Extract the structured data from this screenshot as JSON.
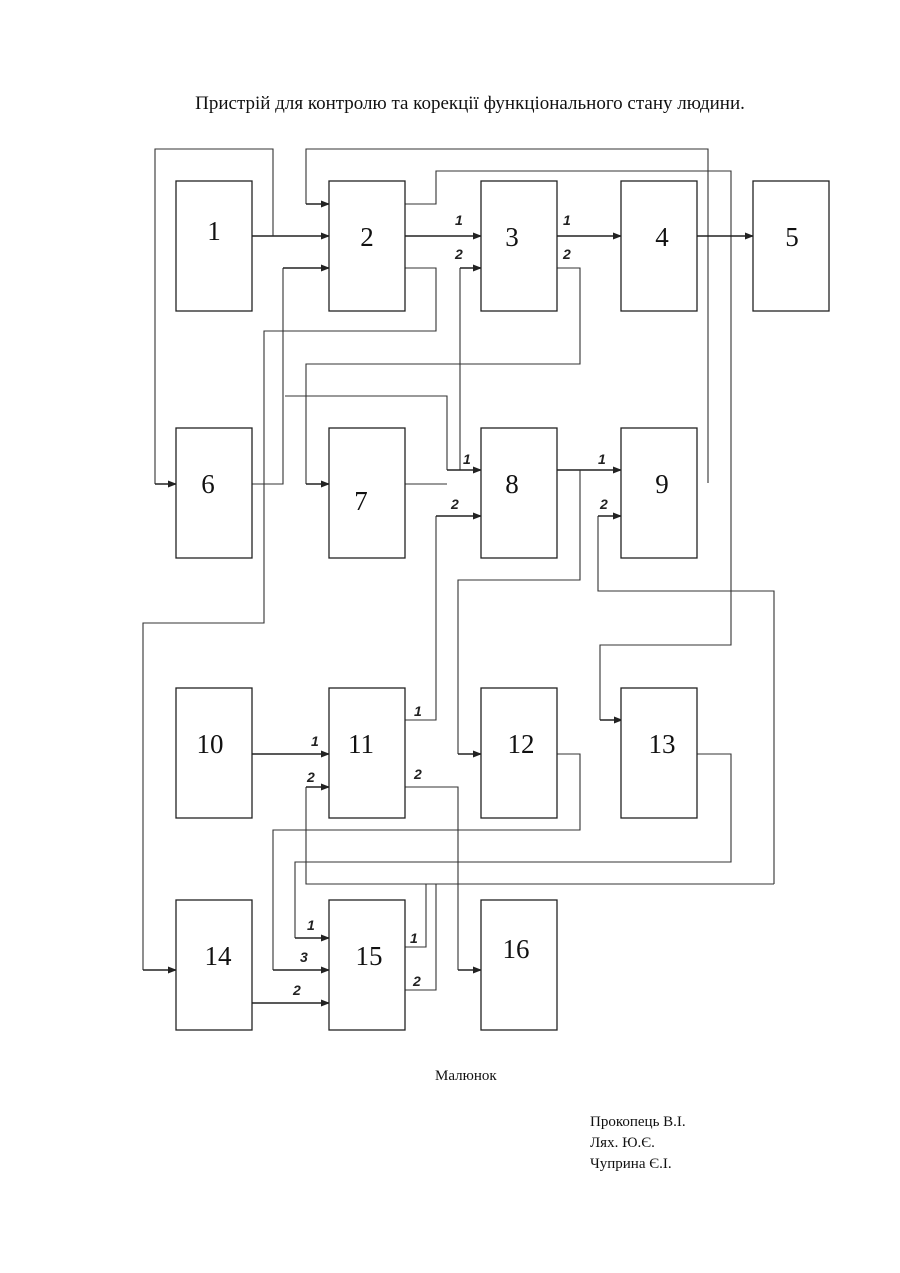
{
  "title": "Пристрій для контролю та корекції функціонального стану людини.",
  "caption": "Малюнок",
  "authors": [
    "Прокопець В.І.",
    "Лях. Ю.Є.",
    "Чуприна Є.І."
  ],
  "blocks": [
    {
      "id": "b1",
      "label": "1"
    },
    {
      "id": "b2",
      "label": "2"
    },
    {
      "id": "b3",
      "label": "3"
    },
    {
      "id": "b4",
      "label": "4"
    },
    {
      "id": "b5",
      "label": "5"
    },
    {
      "id": "b6",
      "label": "6"
    },
    {
      "id": "b7",
      "label": "7"
    },
    {
      "id": "b8",
      "label": "8"
    },
    {
      "id": "b9",
      "label": "9"
    },
    {
      "id": "b10",
      "label": "10"
    },
    {
      "id": "b11",
      "label": "11"
    },
    {
      "id": "b12",
      "label": "12"
    },
    {
      "id": "b13",
      "label": "13"
    },
    {
      "id": "b14",
      "label": "14"
    },
    {
      "id": "b15",
      "label": "15"
    },
    {
      "id": "b16",
      "label": "16"
    }
  ],
  "ports": {
    "p2to3": "1",
    "p3in2": "2",
    "p3to4": "1",
    "p3out2": "2",
    "p8in1": "1",
    "p8in2": "2",
    "p8to9": "1",
    "p9in2": "2",
    "p11out1": "1",
    "p11out2": "2",
    "p11in1": "1",
    "p11in2": "2",
    "p15in1": "1",
    "p15in3": "3",
    "p15in2": "2",
    "p15out1": "1",
    "p15out2": "2"
  }
}
